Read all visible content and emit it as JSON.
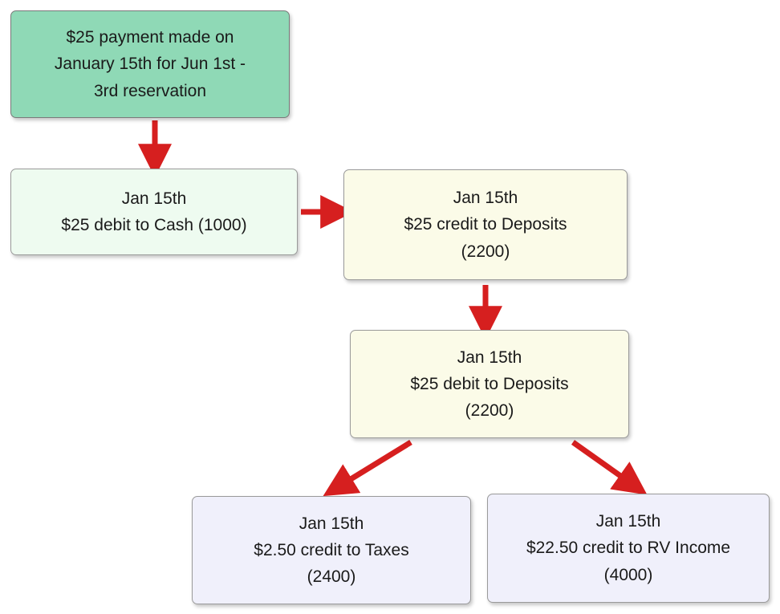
{
  "diagram": {
    "type": "flowchart",
    "accent_arrow_color": "#d61f1f",
    "nodes": [
      {
        "id": "payment",
        "lines": [
          "$25 payment made on",
          "January 15th for Jun 1st -",
          "3rd reservation"
        ],
        "fill": "#8fd9b6"
      },
      {
        "id": "cash",
        "lines": [
          "Jan 15th",
          "$25 debit to Cash (1000)"
        ],
        "fill": "#eefbf0"
      },
      {
        "id": "deposit-credit",
        "lines": [
          "Jan 15th",
          "$25 credit to Deposits",
          "(2200)"
        ],
        "fill": "#fbfbe8"
      },
      {
        "id": "deposit-debit",
        "lines": [
          "Jan 15th",
          "$25 debit to Deposits",
          "(2200)"
        ],
        "fill": "#fbfbe8"
      },
      {
        "id": "taxes",
        "lines": [
          "Jan 15th",
          "$2.50 credit to Taxes",
          "(2400)"
        ],
        "fill": "#f0f0fb"
      },
      {
        "id": "rv-income",
        "lines": [
          "Jan 15th",
          "$22.50 credit to RV Income",
          "(4000)"
        ],
        "fill": "#f0f0fb"
      }
    ],
    "edges": [
      {
        "from": "payment",
        "to": "cash",
        "direction": "down"
      },
      {
        "from": "cash",
        "to": "deposit-credit",
        "direction": "right"
      },
      {
        "from": "deposit-credit",
        "to": "deposit-debit",
        "direction": "down"
      },
      {
        "from": "deposit-debit",
        "to": "taxes",
        "direction": "down-left"
      },
      {
        "from": "deposit-debit",
        "to": "rv-income",
        "direction": "down-right"
      }
    ]
  }
}
